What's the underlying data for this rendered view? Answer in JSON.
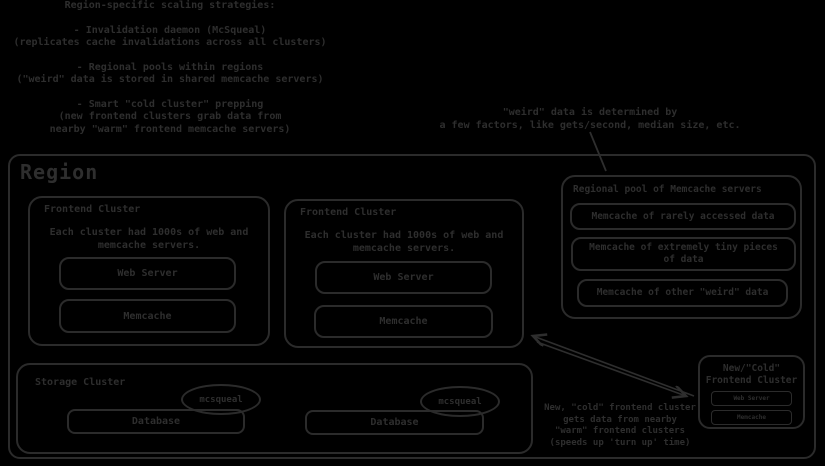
{
  "colors": {
    "background": "#000000",
    "ink": "#2e2e2e"
  },
  "notes": {
    "title": "Region-specific scaling strategies:",
    "bullet1": "- Invalidation daemon (McSqueal)",
    "bullet1_sub1": "(replicates cache invalidations across all clusters)",
    "bullet2": "- Regional pools within regions",
    "bullet2_sub1": "(\"weird\" data is stored in shared memcache servers)",
    "bullet3": "- Smart \"cold cluster\" prepping",
    "bullet3_sub1": "(new frontend clusters grab data from",
    "bullet3_sub2": "nearby \"warm\" frontend memcache servers)"
  },
  "weird_note": {
    "line1": "\"weird\" data is determined by",
    "line2": "a few factors, like gets/second, median size, etc."
  },
  "region": {
    "label": "Region"
  },
  "frontend_clusters": [
    {
      "title": "Frontend Cluster",
      "desc_line1": "Each cluster had 1000s of web and",
      "desc_line2": "memcache servers.",
      "web_server": "Web Server",
      "memcache": "Memcache"
    },
    {
      "title": "Frontend Cluster",
      "desc_line1": "Each cluster had 1000s of web and",
      "desc_line2": "memcache servers.",
      "web_server": "Web Server",
      "memcache": "Memcache"
    }
  ],
  "regional_pool": {
    "title": "Regional pool of Memcache servers",
    "server1": "Memcache of rarely accessed data",
    "server2_line1": "Memcache of extremely tiny pieces",
    "server2_line2": "of data",
    "server3": "Memcache of other \"weird\" data"
  },
  "storage_cluster": {
    "title": "Storage Cluster",
    "daemon1": "mcsqueal",
    "database1": "Database",
    "daemon2": "mcsqueal",
    "database2": "Database"
  },
  "cold_cluster": {
    "title_line1": "New/\"Cold\"",
    "title_line2": "Frontend Cluster",
    "web_server": "Web Server",
    "memcache": "Memcache"
  },
  "cold_note": {
    "line1": "New, \"cold\" frontend cluster",
    "line2": "gets data from nearby",
    "line3": "\"warm\" frontend clusters",
    "line4": "(speeds up 'turn up' time)"
  }
}
